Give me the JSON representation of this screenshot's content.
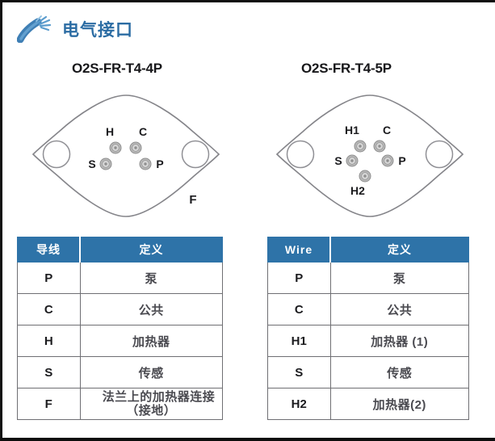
{
  "section": {
    "icon": "cable-wire-icon",
    "title": "电气接口"
  },
  "packages": [
    {
      "part_number": "O2S-FR-T4-4P",
      "pin_labels": [
        "H",
        "C",
        "S",
        "P"
      ],
      "flange_label": "F"
    },
    {
      "part_number": "O2S-FR-T4-5P",
      "pin_labels": [
        "H1",
        "C",
        "S",
        "P",
        "H2"
      ],
      "flange_label": ""
    }
  ],
  "tables": [
    {
      "headers": [
        "导线",
        "定义"
      ],
      "rows": [
        {
          "wire": "P",
          "definition": "泵"
        },
        {
          "wire": "C",
          "definition": "公共"
        },
        {
          "wire": "H",
          "definition": "加热器"
        },
        {
          "wire": "S",
          "definition": "传感"
        },
        {
          "wire": "F",
          "definition_line1": "法兰上的加热器连接",
          "definition_line2": "（接地）"
        }
      ]
    },
    {
      "headers": [
        "Wire",
        "定义"
      ],
      "rows": [
        {
          "wire": "P",
          "definition": "泵"
        },
        {
          "wire": "C",
          "definition": "公共"
        },
        {
          "wire": "H1",
          "definition": "加热器 (1)"
        },
        {
          "wire": "S",
          "definition": "传感"
        },
        {
          "wire": "H2",
          "definition": "加热器(2)"
        }
      ]
    }
  ],
  "colors": {
    "header_blue": "#2e73a8",
    "title_blue": "#2b6ca3",
    "outline_gray": "#85858a",
    "text_dark": "#1b1b1e",
    "def_gray": "#4a4a50"
  }
}
